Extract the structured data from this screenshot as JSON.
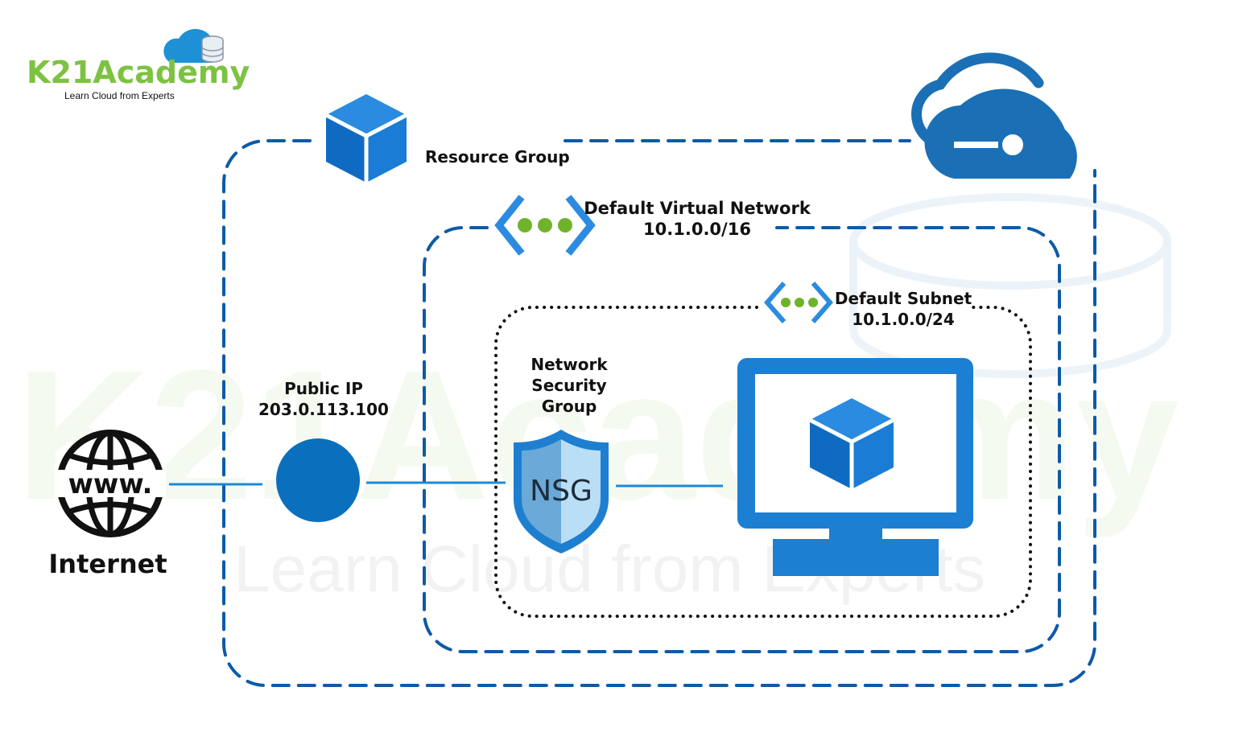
{
  "brand": {
    "name": "K21Academy",
    "tagline": "Learn Cloud from Experts",
    "colors": {
      "green": "#7dc242",
      "blue": "#1e90d6"
    }
  },
  "watermark": {
    "title": "K21Academy",
    "tagline": "Learn Cloud from Experts"
  },
  "nodes": {
    "internet": {
      "label": "Internet",
      "icon": "www-globe-icon",
      "icon_text": "www."
    },
    "public_ip": {
      "title": "Public IP",
      "address": "203.0.113.100"
    },
    "nsg": {
      "line1": "Network",
      "line2": "Security",
      "line3": "Group",
      "badge_text": "NSG"
    },
    "vm": {
      "icon": "virtual-machine-monitor-icon"
    }
  },
  "containers": {
    "resource_group": {
      "label": "Resource Group",
      "icon": "resource-group-cube-icon"
    },
    "vnet": {
      "name": "Default Virtual Network",
      "cidr": "10.1.0.0/16",
      "icon": "vnet-chevron-icon"
    },
    "subnet": {
      "name": "Default Subnet",
      "cidr": "10.1.0.0/24",
      "icon": "subnet-chevron-icon"
    },
    "azure": {
      "icon": "azure-cloud-icon"
    }
  },
  "colors": {
    "azure_blue": "#1b6fb5",
    "icon_blue": "#1c7fd1",
    "dash_blue": "#0e5aa7",
    "dot_green": "#6fb32a",
    "shield_light": "#b9def5",
    "shield_mid": "#6aa9d8",
    "line_blue": "#1b8ad8"
  }
}
